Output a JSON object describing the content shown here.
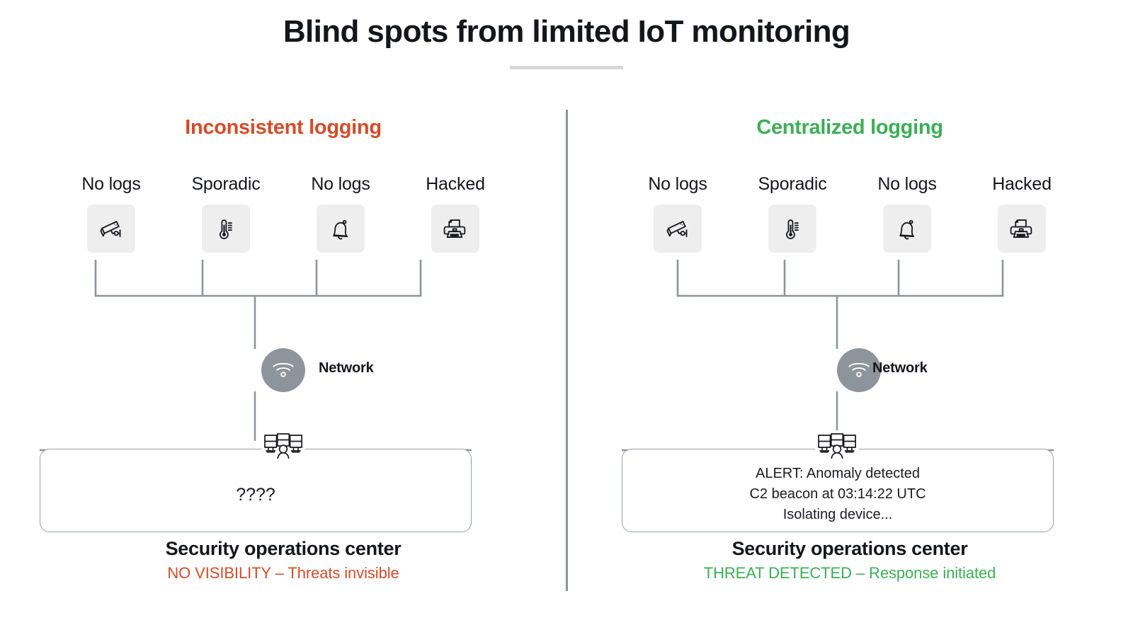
{
  "title": "Blind spots from limited IoT monitoring",
  "colors": {
    "red": "#D64B28",
    "green": "#3CAE55",
    "ink": "#15161a",
    "wire": "#8e949b",
    "tile": "#eeeeee",
    "node": "#8e949b"
  },
  "panels": [
    {
      "id": "left",
      "header": "Inconsistent logging",
      "header_color": "#D64B28",
      "devices": [
        {
          "label": "No logs",
          "icon": "cctv-camera-icon"
        },
        {
          "label": "Sporadic",
          "icon": "thermometer-icon"
        },
        {
          "label": "No logs",
          "icon": "bell-icon"
        },
        {
          "label": "Hacked",
          "icon": "printer-icon"
        }
      ],
      "network_label": "Network",
      "network_icon": "wifi-icon",
      "soc_icon": "soc-monitors-icon",
      "soc_lines": [
        "????"
      ],
      "soc_lines_style": "big",
      "soc_title": "Security operations center",
      "soc_status": "NO VISIBILITY – Threats invisible",
      "soc_status_color": "#D64B28"
    },
    {
      "id": "right",
      "header": "Centralized logging",
      "header_color": "#3CAE55",
      "devices": [
        {
          "label": "No logs",
          "icon": "cctv-camera-icon"
        },
        {
          "label": "Sporadic",
          "icon": "thermometer-icon"
        },
        {
          "label": "No logs",
          "icon": "bell-icon"
        },
        {
          "label": "Hacked",
          "icon": "printer-icon"
        }
      ],
      "network_label": "Network",
      "network_icon": "wifi-icon",
      "soc_icon": "soc-monitors-icon",
      "soc_lines": [
        "ALERT: Anomaly detected",
        "C2 beacon at 03:14:22 UTC",
        "Isolating device..."
      ],
      "soc_lines_style": "normal",
      "soc_title": "Security operations center",
      "soc_status": "THREAT DETECTED – Response initiated",
      "soc_status_color": "#3CAE55"
    }
  ]
}
